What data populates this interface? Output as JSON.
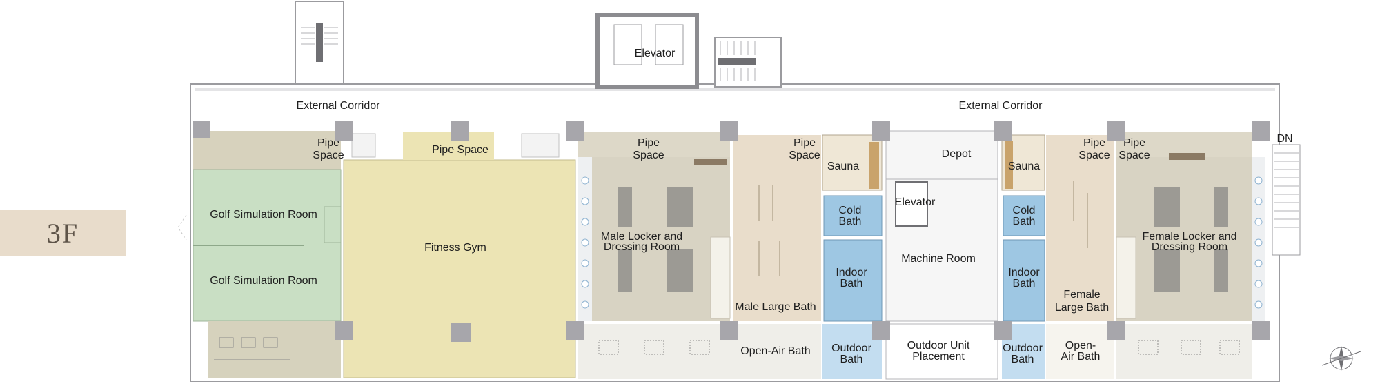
{
  "floor": {
    "label": "3F"
  },
  "colors": {
    "wall": "#a7a6ab",
    "corridor": "#ffffff",
    "golf_room": "#c9dfc4",
    "gym": "#ece4b4",
    "locker": "#d8d3c3",
    "bath_floor": "#e9ddcb",
    "water": "#9ec7e3",
    "water_light": "#c3ddf0",
    "outdoor": "#efeee9",
    "machine": "#f6f6f6",
    "sauna": "#efe7d6",
    "sauna_wood": "#c9a36b",
    "badge": "#e8dccb"
  },
  "rooms": {
    "external_corridor_left": "External Corridor",
    "external_corridor_right": "External Corridor",
    "elevator_top": "Elevator",
    "elevator_mid": "Elevator",
    "dn": "DN",
    "pipe_space_1": [
      "Pipe",
      "Space"
    ],
    "pipe_space_2": "Pipe Space",
    "pipe_space_3": [
      "Pipe",
      "Space"
    ],
    "pipe_space_4": [
      "Pipe",
      "Space"
    ],
    "pipe_space_5": [
      "Pipe",
      "Space"
    ],
    "pipe_space_6": [
      "Pipe",
      "Space"
    ],
    "golf_sim_1": "Golf Simulation Room",
    "golf_sim_2": "Golf Simulation Room",
    "fitness_gym": "Fitness Gym",
    "male_locker": [
      "Male Locker and",
      "Dressing Room"
    ],
    "male_large_bath": "Male Large Bath",
    "sauna_male": "Sauna",
    "cold_bath_male": [
      "Cold",
      "Bath"
    ],
    "indoor_bath_male": [
      "Indoor",
      "Bath"
    ],
    "outdoor_bath_male": [
      "Outdoor",
      "Bath"
    ],
    "open_air_bath_male": "Open-Air Bath",
    "depot": "Depot",
    "machine_room": "Machine Room",
    "outdoor_unit": [
      "Outdoor Unit",
      "Placement"
    ],
    "sauna_female": "Sauna",
    "cold_bath_female": [
      "Cold",
      "Bath"
    ],
    "indoor_bath_female": [
      "Indoor",
      "Bath"
    ],
    "outdoor_bath_female": [
      "Outdoor",
      "Bath"
    ],
    "female_large_bath": [
      "Female",
      "Large Bath"
    ],
    "open_air_bath_female": [
      "Open-",
      "Air Bath"
    ],
    "female_locker": [
      "Female Locker and",
      "Dressing Room"
    ]
  }
}
